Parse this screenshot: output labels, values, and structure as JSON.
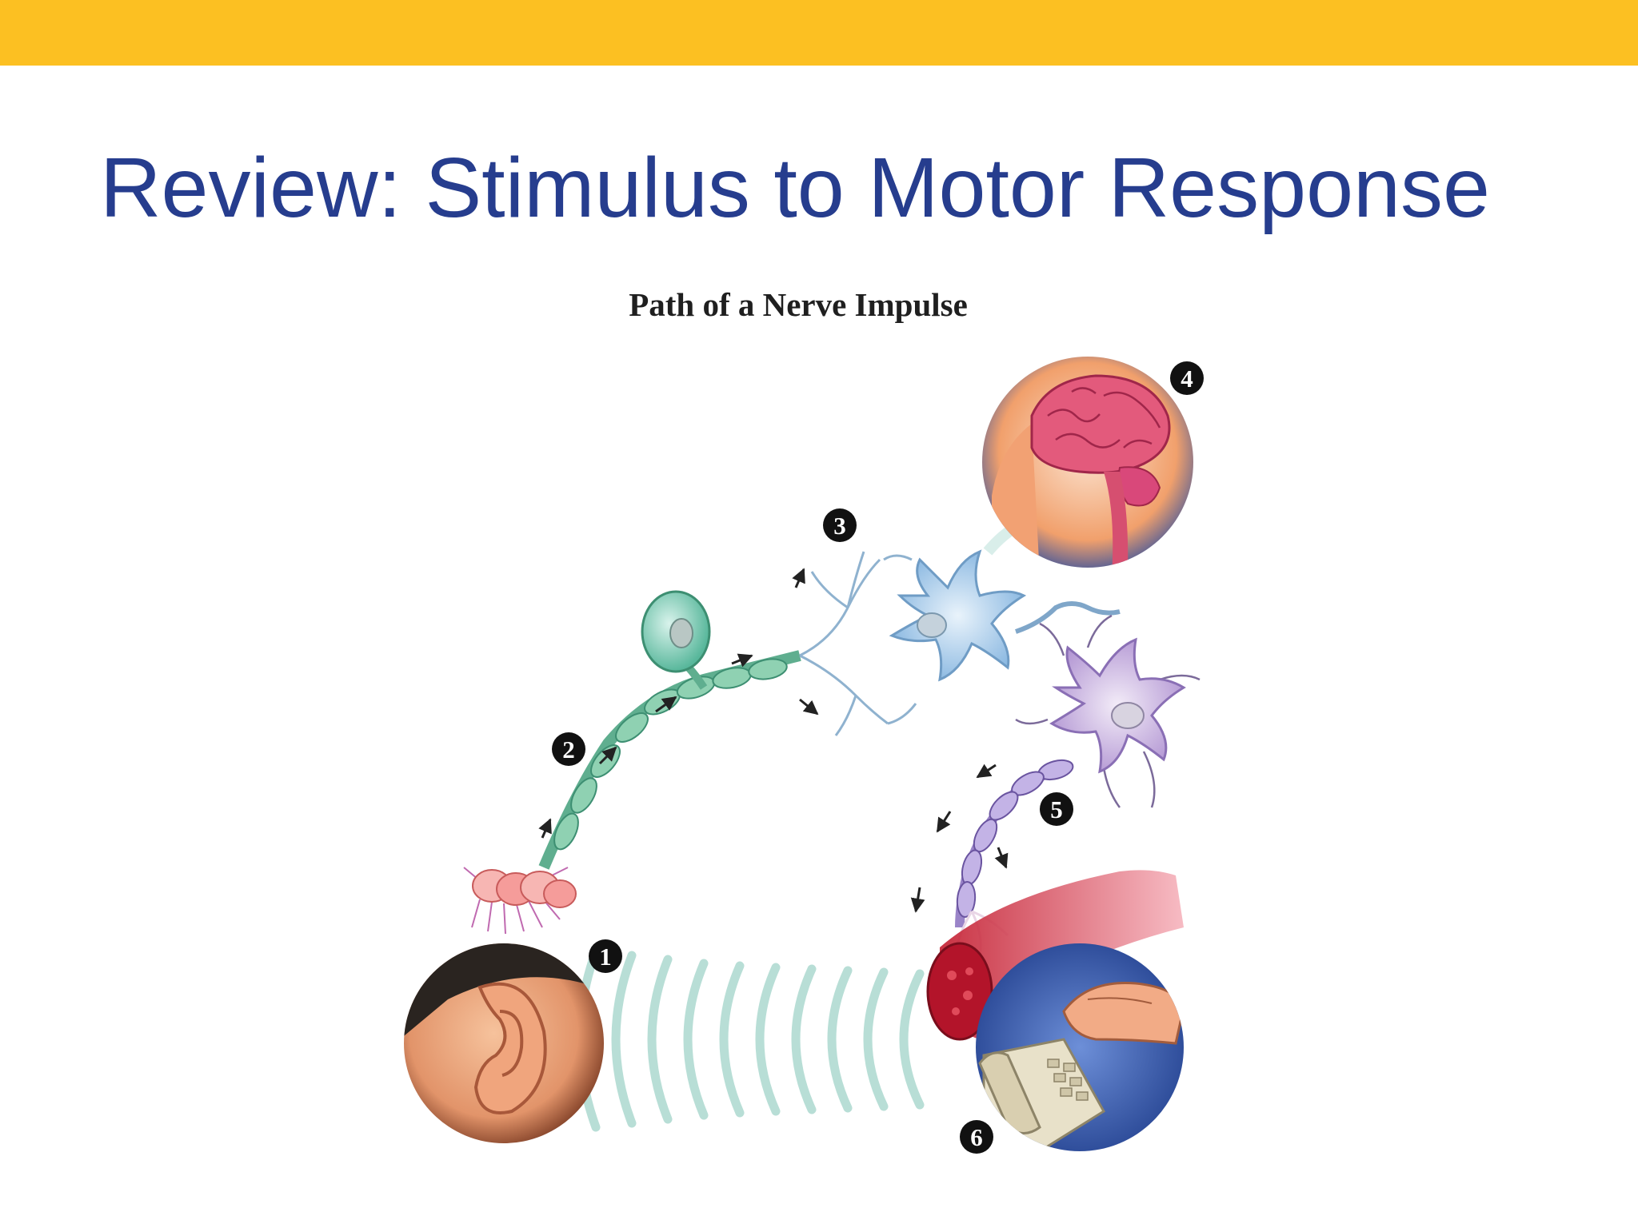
{
  "slide": {
    "title": "Review: Stimulus to Motor Response",
    "accent_color": "#FCC022",
    "title_color": "#263D8E"
  },
  "diagram": {
    "title": "Path of a Nerve Impulse",
    "steps": [
      {
        "number": "1",
        "icon": "ear-icon"
      },
      {
        "number": "2",
        "icon": "sensory-neuron-icon"
      },
      {
        "number": "3",
        "icon": "interneuron-icon"
      },
      {
        "number": "4",
        "icon": "brain-icon"
      },
      {
        "number": "5",
        "icon": "motor-neuron-icon"
      },
      {
        "number": "6",
        "icon": "hand-phone-icon"
      }
    ]
  }
}
